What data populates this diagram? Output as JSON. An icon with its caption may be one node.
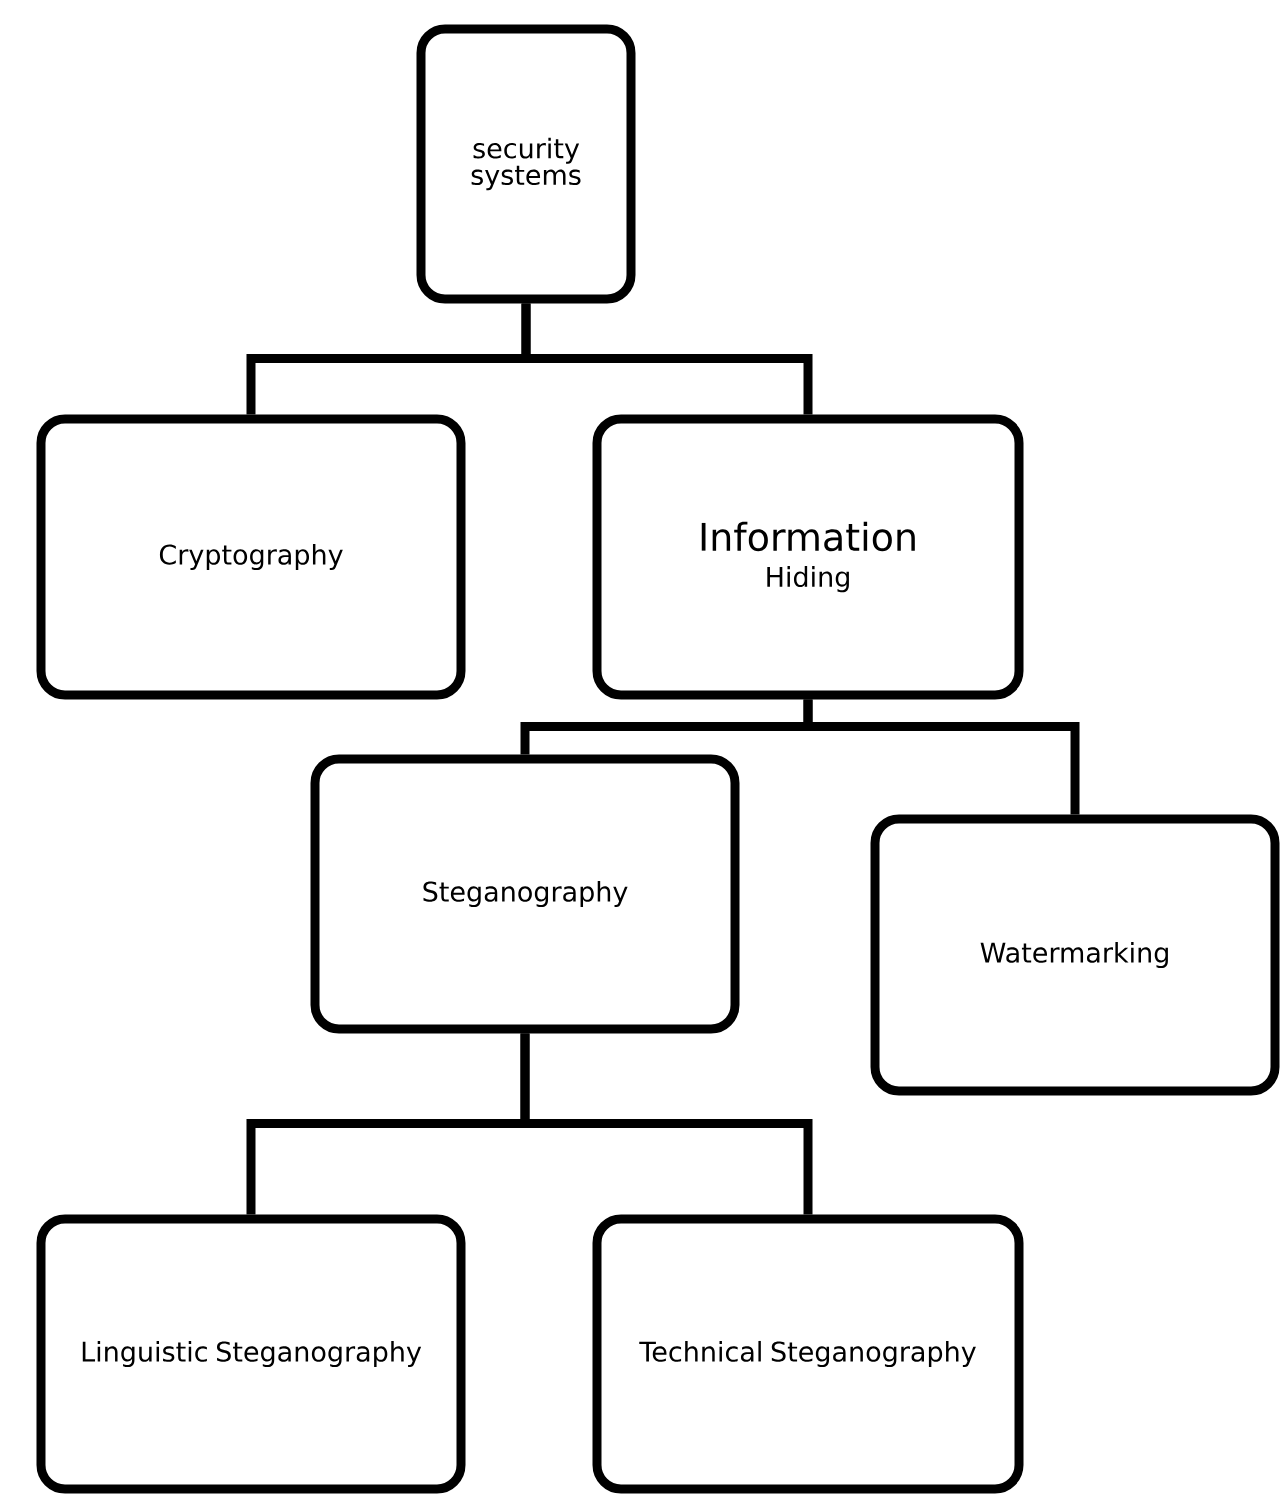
{
  "diagram": {
    "nodes": [
      {
        "text": [
          "security systems"
        ]
      },
      {
        "text": [
          "Cryptography"
        ]
      },
      {
        "text": [
          "Information",
          "Hiding"
        ]
      },
      {
        "text": [
          "Steganography"
        ]
      },
      {
        "text": [
          "Watermarking"
        ]
      },
      {
        "text": [
          "Linguistic Steganography"
        ]
      },
      {
        "text": [
          "Technical Steganography"
        ]
      }
    ],
    "edges": [
      {
        "from": 0,
        "to": 1,
        "arrow": "none"
      },
      {
        "from": 0,
        "to": 2,
        "arrow": "none"
      },
      {
        "from": 2,
        "to": 3,
        "arrow": "none"
      },
      {
        "from": 2,
        "to": 4,
        "arrow": "none"
      },
      {
        "from": 3,
        "to": 5,
        "arrow": "none"
      },
      {
        "from": 3,
        "to": 6,
        "arrow": "none"
      }
    ]
  }
}
